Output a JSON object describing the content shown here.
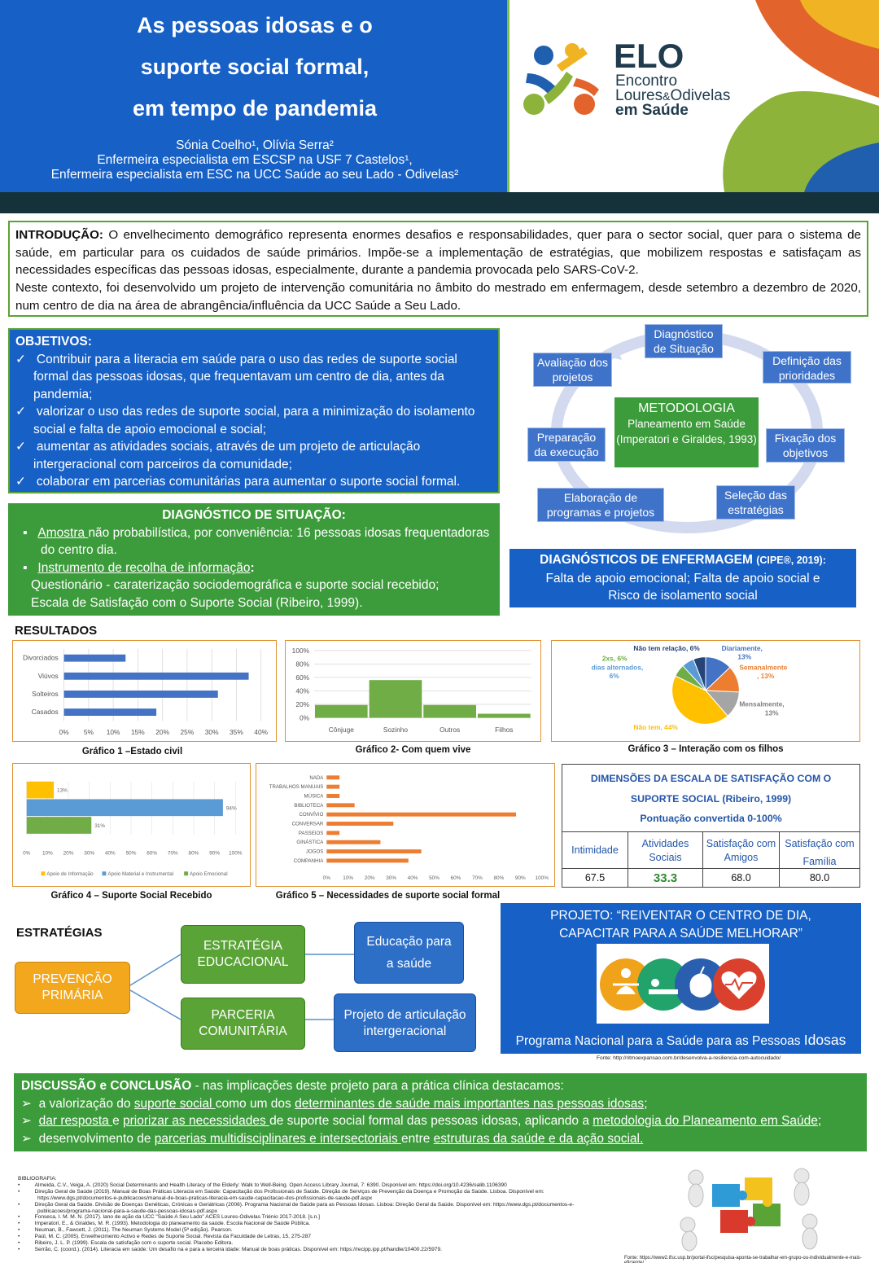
{
  "header": {
    "title_lines": [
      "As pessoas idosas e o",
      "suporte social formal,",
      "em tempo de pandemia"
    ],
    "authors": "Sónia Coelho¹, Olívia Serra²",
    "affil1": "Enfermeira especialista em ESCSP na USF 7 Castelos¹,",
    "affil2": "Enfermeira especialista em ESC na UCC Saúde ao seu Lado - Odivelas²"
  },
  "logo": {
    "name": "ELO",
    "line1": "Encontro",
    "line2a": "Loures",
    "line2b": "&",
    "line2c": "Odivelas",
    "line3": "em Saúde",
    "colors": [
      "#1f5fad",
      "#f0b323",
      "#8db33a",
      "#e2632b"
    ]
  },
  "intro": {
    "label": "INTRODUÇÃO:",
    "p1": " O envelhecimento demográfico representa enormes desafios e responsabilidades, quer para o sector social, quer para o sistema de saúde, em particular para os cuidados de saúde primários. Impõe-se a implementação de estratégias, que mobilizem respostas e satisfaçam as necessidades específicas das pessoas idosas, especialmente, durante a pandemia provocada pelo SARS-CoV-2.",
    "p2": "Neste contexto, foi desenvolvido um projeto de intervenção comunitária no âmbito do mestrado em enfermagem, desde setembro a dezembro de 2020, num centro de dia na área de abrangência/influência da UCC Saúde a Seu Lado."
  },
  "objetivos": {
    "title": "OBJETIVOS:",
    "items": [
      "Contribuir para a literacia em saúde para o uso das redes de suporte social formal das pessoas idosas, que frequentavam um centro de dia, antes da pandemia;",
      "valorizar o uso das redes de suporte social, para a minimização do isolamento social e falta de apoio emocional e social;",
      "aumentar as atividades sociais, através de um projeto de articulação intergeracional com parceiros da comunidade;",
      "colaborar em parcerias comunitárias para aumentar o suporte social formal."
    ]
  },
  "diagnostico": {
    "title": "DIAGNÓSTICO DE SITUAÇÃO:",
    "i1_u": "Amostra ",
    "i1": "não probabilística, por conveniência:  16 pessoas idosas frequentadoras do centro dia.",
    "i2_u": "Instrumento de recolha de informação",
    "i2_colon": ":",
    "i2_l1": "Questionário - caraterização sociodemográfica e suporte social recebido;",
    "i2_l2": "Escala de Satisfação com o Suporte Social (Ribeiro, 1999)."
  },
  "metodologia": {
    "title": "METODOLOGIA",
    "sub": "Planeamento em Saúde (Imperatori e Giraldes, 1993)",
    "steps": {
      "s1": "Diagnóstico de Situação",
      "s2": "Definição das prioridades",
      "s3": "Fixação dos objetivos",
      "s4": "Seleção das estratégias",
      "s5": "Elaboração de programas e projetos",
      "s6": "Preparação da execução",
      "s7": "Avaliação dos projetos"
    }
  },
  "diag_enf": {
    "title": "DIAGNÓSTICOS DE ENFERMAGEM ",
    "title_small": "(CIPE®, 2019):",
    "l1": "Falta de apoio emocional; Falta de apoio social e",
    "l2": "Risco de isolamento social"
  },
  "resultados": {
    "title": "RESULTADOS"
  },
  "chart_data": [
    {
      "type": "bar",
      "orientation": "horizontal",
      "categories": [
        "Divorciados",
        "Viúvos",
        "Solteiros",
        "Casados"
      ],
      "values": [
        12.5,
        37.5,
        31.25,
        18.75
      ],
      "xlim": [
        0,
        40
      ],
      "ticks": [
        "0%",
        "5%",
        "10%",
        "15%",
        "20%",
        "25%",
        "30%",
        "35%",
        "40%"
      ],
      "title": "Gráfico 1 –Estado civil",
      "grid": true,
      "color": "#4472c4"
    },
    {
      "type": "bar",
      "categories": [
        "Cônjuge",
        "Sozinho",
        "Outros",
        "Filhos"
      ],
      "values": [
        19,
        56,
        19,
        6
      ],
      "ylim": [
        0,
        100
      ],
      "ticks": [
        "0%",
        "20%",
        "40%",
        "60%",
        "80%",
        "100%"
      ],
      "title": "Gráfico 2- Com quem vive",
      "grid": true,
      "color": "#70ad47"
    },
    {
      "type": "pie",
      "slices": [
        {
          "label": "Diariamente, 13%",
          "value": 13,
          "color": "#4472c4"
        },
        {
          "label": "Semanalmente , 13%",
          "value": 13,
          "color": "#ed7d31"
        },
        {
          "label": "Mensalmente, 13%",
          "value": 13,
          "color": "#a5a5a5"
        },
        {
          "label": "Não tem, 44%",
          "value": 44,
          "color": "#ffc000"
        },
        {
          "label": "2xs, 6%",
          "value": 6,
          "color": "#70ad47"
        },
        {
          "label": "dias alternados, 6%",
          "value": 6,
          "color": "#5b9bd5"
        },
        {
          "label": "Não tem relação, 6%",
          "value": 6,
          "color": "#264478"
        }
      ],
      "title": "Gráfico 3 –  Interação com os filhos"
    },
    {
      "type": "bar",
      "orientation": "horizontal",
      "series": [
        {
          "name": "Apoio de Informação",
          "value": 13,
          "label": "13%",
          "color": "#ffc000"
        },
        {
          "name": "Apoio Material e Instrumental",
          "value": 94,
          "label": "94%",
          "color": "#5b9bd5"
        },
        {
          "name": "Apoio Emocional",
          "value": 31,
          "label": "31%",
          "color": "#70ad47"
        }
      ],
      "xlim": [
        0,
        100
      ],
      "ticks": [
        "0%",
        "10%",
        "20%",
        "30%",
        "40%",
        "50%",
        "60%",
        "70%",
        "80%",
        "90%",
        "100%"
      ],
      "title": "Gráfico 4 – Suporte Social Recebido",
      "legend": "bottom"
    },
    {
      "type": "bar",
      "orientation": "horizontal",
      "categories": [
        "NADA",
        "TRABALHOS MANUAIS",
        "MÚSICA",
        "BIBLIOTECA",
        "CONVÍVIO",
        "CONVERSAR",
        "PASSEIOS",
        "GINÁSTICA",
        "JOGOS",
        "COMPANHIA"
      ],
      "values": [
        6,
        6,
        6,
        13,
        88,
        31,
        6,
        25,
        44,
        38
      ],
      "xlim": [
        0,
        100
      ],
      "ticks": [
        "0%",
        "10%",
        "20%",
        "30%",
        "40%",
        "50%",
        "60%",
        "70%",
        "80%",
        "90%",
        "100%"
      ],
      "title": "Gráfico 5 – Necessidades de suporte social formal",
      "color": "#ed7d31"
    },
    {
      "type": "table",
      "title_lines": [
        "DIMENSÕES DA ESCALA DE SATISFAÇÃO COM O",
        "SUPORTE SOCIAL (Ribeiro, 1999)",
        "Pontuação convertida 0-100%"
      ],
      "columns": [
        "Intimidade",
        "Atividades Sociais",
        "Satisfação com Amigos",
        "Satisfação com Família"
      ],
      "values": [
        "67.5",
        "33.3",
        "68.0",
        "80.0"
      ]
    }
  ],
  "estrategias": {
    "title": "ESTRATÉGIAS",
    "prevencao": "PREVENÇÃO PRIMÁRIA",
    "educacional": "ESTRATÉGIA EDUCACIONAL",
    "parceria": "PARCERIA COMUNITÁRIA",
    "educacao": "Educação para a saúde",
    "projeto_art": "Projeto de articulação intergeracional"
  },
  "projeto": {
    "title1": "PROJETO: “REIVENTAR O CENTRO DE DIA,",
    "title2": "CAPACITAR PARA A SAÚDE MELHORAR”",
    "programa": "Programa Nacional para a Saúde para as Pessoas ",
    "programa_big": "Idosas",
    "fonte": "Fonte: http://ritmoexpansao.com.br/desenvolva-a-resiliencia-com-autocuidado/"
  },
  "discussao": {
    "label": "DISCUSSÃO e CONCLUSÃO",
    "intro": " -  nas implicações deste projeto para a prática clínica destacamos:",
    "b1_a": "a valorização do ",
    "b1_u1": "suporte social ",
    "b1_b": "como um dos ",
    "b1_u2": "determinantes de saúde mais importantes nas pessoas idosas",
    "b1_c": ";",
    "b2_u1": "dar resposta ",
    "b2_a": "e ",
    "b2_u2": "priorizar as necessidades ",
    "b2_b": "de suporte social formal das pessoas idosas, aplicando a ",
    "b2_u3": "metodologia do Planeamento em Saúde",
    "b2_c": ";",
    "b3_a": "desenvolvimento de ",
    "b3_u1": "parcerias multidisciplinares e intersectoriais ",
    "b3_b": "entre ",
    "b3_u2": "estruturas da saúde e da ação social."
  },
  "bibliografia": {
    "title": "BIBLIOGRAFIA:",
    "items": [
      "Almeida, C.V., Veiga, A. (2020) Social Determinants and Health Literacy of the Elderly: Walk to Well-Being. Open Access Library Journal, 7: 6390.  Disponível em:  https://doi.org/10.4236/oalib.1106390",
      "Direção Geral de Saúde (2019). Manual de Boas Práticas Literacia em Saúde: Capacitação dos Profissionais de Saúde. Direção de Serviços de Prevenção da Doença e Promoção da Saúde. Lisboa. Disponível em: https://www.dgs.pt/documentos-e-publicacoes/manual-de-boas-praticas-literacia-em-saude-capacitacao-dos-profissionais-de-saude-pdf.aspx",
      "Direção Geral da Saúde. Divisão de Doenças Genéticas, Crónicas e Geriátricas (2006). Programa Nacional de Saúde para as Pessoas Idosas. Lisboa: Direção Geral da Saúde. Disponível em: https://www.dgs.pt/documentos-e-publicacoes/programa-nacional-para-a-saude-das-pessoas-idosas-pdf.aspx",
      "Fonseca, I. M. M. N. (2017). lano de ação da UCC \"Saúde A Seu Lado\" ACES Loures-Odivelas Triénio 2017-2018. [s.n.]",
      "Imperatori, E., & Giraldes, M. R. (1993). Metodologia do planeamento da saúde. Escola Nacional de Saúde Pública.",
      "Neuman, B., Fawcett, J. (2011). The Neuman Systems Model (5ª edição). Pearson.",
      "Paúl, M. C. (2005). Envelhecimento Activo e Redes de Suporte Social. Revista da Faculdade de Letras, 15, 275-287",
      "Ribeiro, J. L. P. (1999). Escala de satisfação com o suporte social. Placebo Editora.",
      "Serrão, C. (coord.). (2014). Literacia em saúde: Um desafio na e para a terceira idade: Manual de boas práticas. Disponível em: https://recipp.ipp.pt/handle/10400.22/5979."
    ],
    "fonte2": "Fonte: https://www2.ifsc.usp.br/portal-ifsc/pesquisa-aponta-se-trabalhar-em-grupo-ou-individualmente-e-mais-eficiente/"
  }
}
